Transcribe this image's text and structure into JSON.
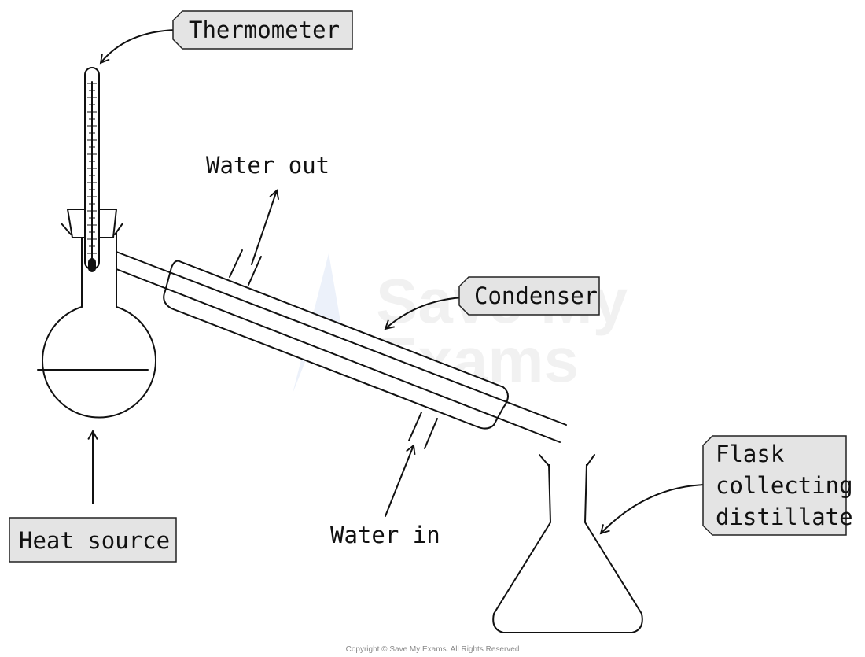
{
  "labels": {
    "thermometer": "Thermometer",
    "water_out": "Water out",
    "condenser": "Condenser",
    "water_in": "Water in",
    "heat_source": "Heat source",
    "flask_line1": "Flask",
    "flask_line2": "collecting",
    "flask_line3": "distillate"
  },
  "watermark": {
    "line1": "Save My",
    "line2": "Exams"
  },
  "copyright": "Copyright © Save My Exams. All Rights Reserved",
  "colors": {
    "tag_fill": "#e4e4e4",
    "ink": "#111111",
    "watermark_blue": "#c9d8f0"
  }
}
